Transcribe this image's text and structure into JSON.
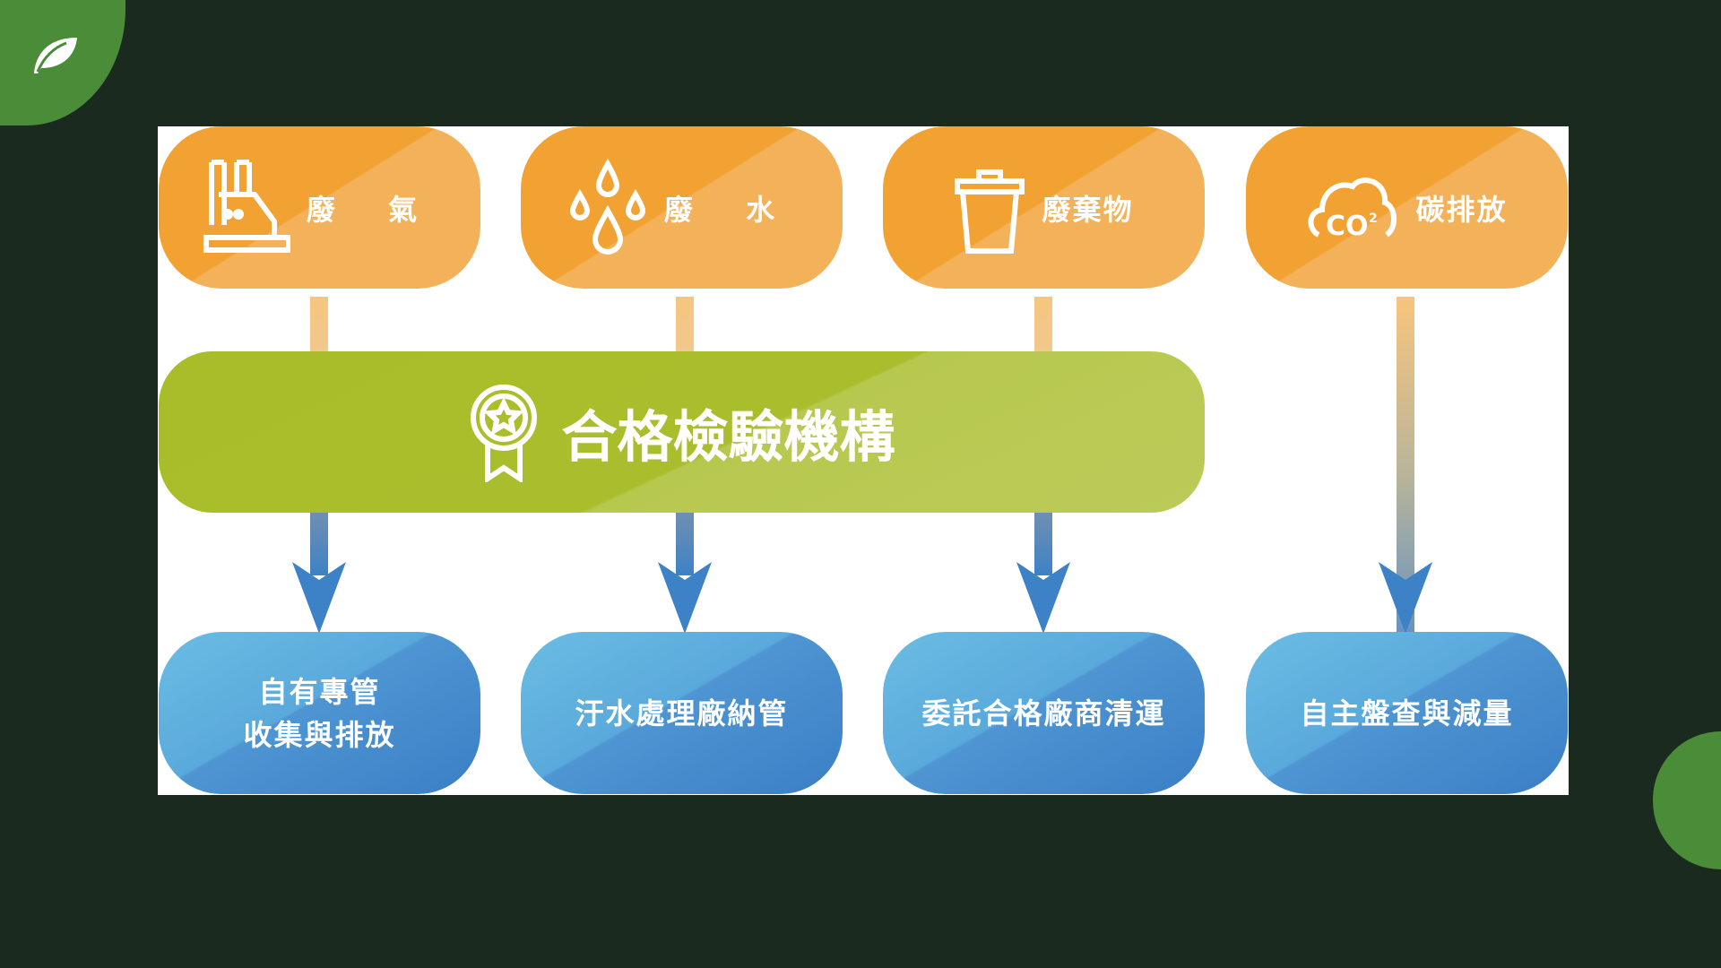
{
  "sources": [
    {
      "label": "廢 氣",
      "icon": "factory-icon"
    },
    {
      "label": "廢 水",
      "icon": "water-drops-icon"
    },
    {
      "label": "廢棄物",
      "icon": "trash-can-icon"
    },
    {
      "label": "碳排放",
      "icon": "co2-cloud-icon"
    }
  ],
  "middle": {
    "label": "合格檢驗機構",
    "icon": "award-badge-icon"
  },
  "outcomes": [
    {
      "line1": "自有專管",
      "line2": "收集與排放"
    },
    {
      "line1": "汙水處理廠納管",
      "line2": ""
    },
    {
      "line1": "委託合格廠商清運",
      "line2": ""
    },
    {
      "line1": "自主盤查與減量",
      "line2": ""
    }
  ],
  "colors": {
    "background": "#1b2a1f",
    "accent_green": "#4a8c38",
    "orange": "#f2a232",
    "lime": "#aabd2c",
    "blue": "#4e95d2"
  }
}
